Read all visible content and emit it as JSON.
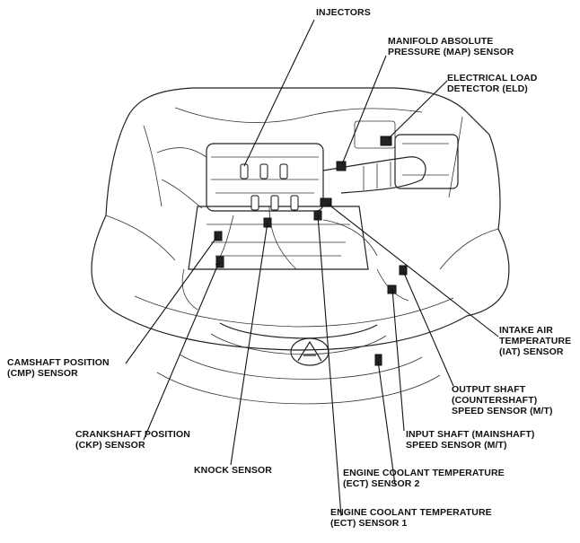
{
  "labels": {
    "injectors": [
      "INJECTORS"
    ],
    "map": [
      "MANIFOLD ABSOLUTE",
      "PRESSURE (MAP) SENSOR"
    ],
    "eld": [
      "ELECTRICAL LOAD",
      "DETECTOR (ELD)"
    ],
    "iat": [
      "INTAKE AIR",
      "TEMPERATURE",
      "(IAT) SENSOR"
    ],
    "output_shaft": [
      "OUTPUT SHAFT",
      "(COUNTERSHAFT)",
      "SPEED SENSOR (M/T)"
    ],
    "input_shaft": [
      "INPUT SHAFT (MAINSHAFT)",
      "SPEED SENSOR (M/T)"
    ],
    "ect2": [
      "ENGINE COOLANT TEMPERATURE",
      "(ECT) SENSOR 2"
    ],
    "ect1": [
      "ENGINE COOLANT TEMPERATURE",
      "(ECT) SENSOR 1"
    ],
    "knock": [
      "KNOCK SENSOR"
    ],
    "ckp": [
      "CRANKSHAFT POSITION",
      "(CKP) SENSOR"
    ],
    "cmp": [
      "CAMSHAFT POSITION",
      "(CMP) SENSOR"
    ]
  }
}
